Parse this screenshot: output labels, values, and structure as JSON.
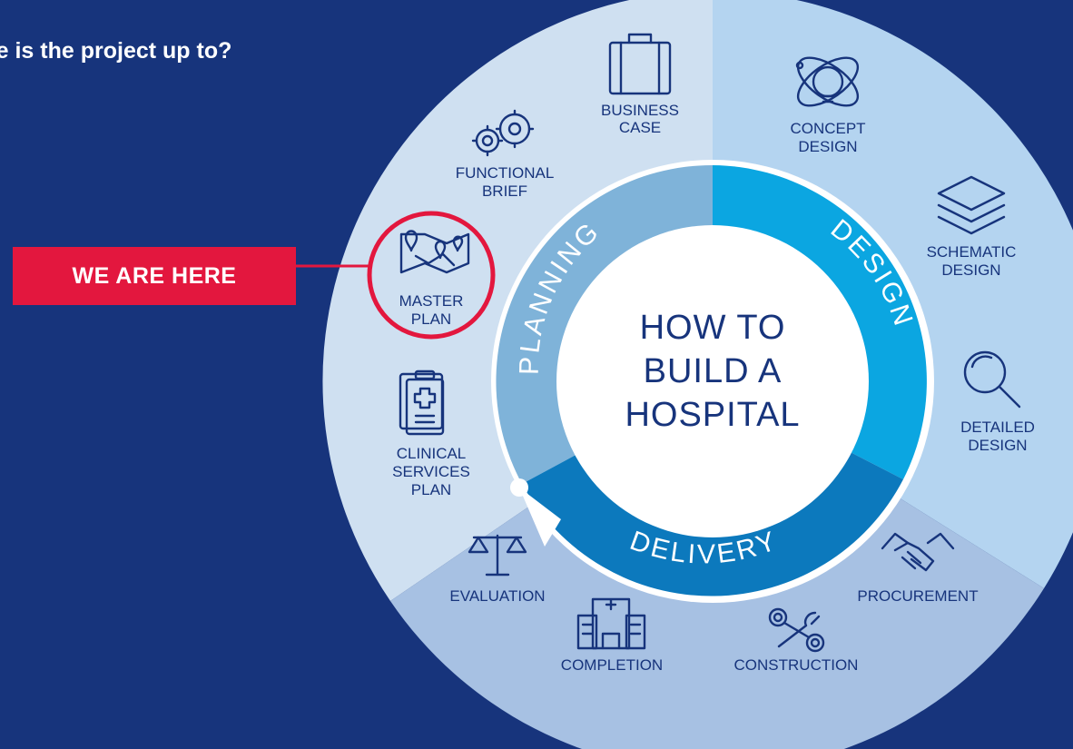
{
  "heading": "ere is the project up to?",
  "we_are_here": "WE ARE HERE",
  "center_lines": [
    "HOW TO",
    "BUILD A",
    "HOSPITAL"
  ],
  "phases": {
    "planning": "PLANNING",
    "design": "DESIGN",
    "delivery": "DELIVERY"
  },
  "stages": {
    "business_case": [
      "BUSINESS",
      "CASE"
    ],
    "functional_brief": [
      "FUNCTIONAL",
      "BRIEF"
    ],
    "master_plan": [
      "MASTER",
      "PLAN"
    ],
    "clinical_services_plan": [
      "CLINICAL",
      "SERVICES",
      "PLAN"
    ],
    "concept_design": [
      "CONCEPT",
      "DESIGN"
    ],
    "schematic_design": [
      "SCHEMATIC",
      "DESIGN"
    ],
    "detailed_design": [
      "DETAILED",
      "DESIGN"
    ],
    "procurement": [
      "PROCUREMENT"
    ],
    "construction": [
      "CONSTRUCTION"
    ],
    "completion": [
      "COMPLETION"
    ],
    "evaluation": [
      "EVALUATION"
    ]
  },
  "colors": {
    "background": "#17347c",
    "planning_outer": "#cfe0f1",
    "design_outer": "#b4d4f0",
    "delivery_outer": "#a7c1e3",
    "planning_ring": "#7fb3d9",
    "design_ring": "#0ba6e1",
    "delivery_ring": "#0c79bd",
    "highlight": "#e3173e",
    "icon": "#17347c"
  }
}
